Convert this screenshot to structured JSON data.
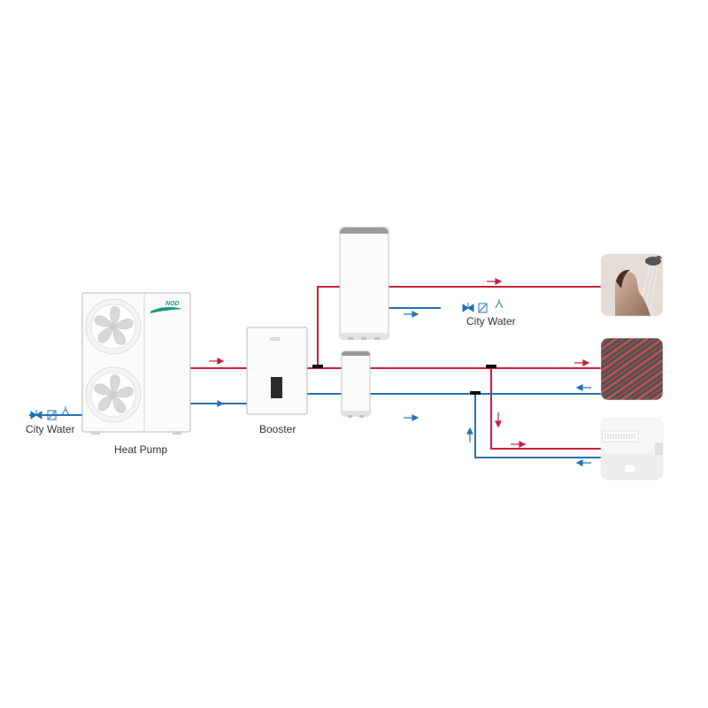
{
  "labels": {
    "city_water_left": "City Water",
    "heat_pump": "Heat Pump",
    "booster": "Booster",
    "city_water_right": "City Water"
  },
  "brand_logo_text": "NOD",
  "colors": {
    "hot_pipe": "#c8203a",
    "cold_pipe": "#2472b6",
    "brand_green": "#1a9b7a",
    "device_outline": "#b8b8b8",
    "tank_cap": "#9a9a9a"
  },
  "icons": {
    "valve": "gate-valve-icon",
    "fan": "fan-icon"
  }
}
